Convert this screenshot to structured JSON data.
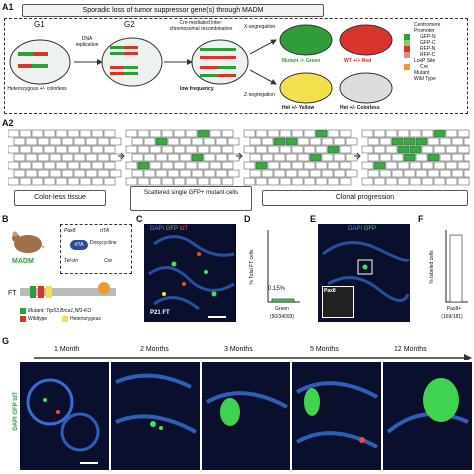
{
  "panel_labels": {
    "a1": "A1",
    "a2": "A2",
    "b": "B",
    "c": "C",
    "d": "D",
    "e": "E",
    "f": "F",
    "g": "G"
  },
  "a1": {
    "title": "Sporadic loss of tumor suppressor gene(s) through MADM",
    "g1": "G1",
    "g2": "G2",
    "dna_replication": "DNA replication",
    "cre_mediated": "Cre-mediated inter-chromosomal recombination",
    "low_frequency": "low frequency",
    "heterozygous": "Heterozygous +/- colorless",
    "x_segregation": "X-segregation",
    "z_segregation": "Z-segregation",
    "mutant_green": "Mutant -/- Green",
    "wt_red": "WT +/+ Red",
    "het_yellow": "Het +/- Yellow",
    "het_colorless": "Het +/- Colorless",
    "legend": [
      "Centromere",
      "Promoter",
      "GFP-N",
      "GFP-C",
      "RFP-N",
      "RFP-C",
      "LoxP Site",
      "Cre",
      "Mutant",
      "Wild Type"
    ],
    "colors": {
      "green": "#2e9e3a",
      "red": "#d9342b",
      "yellow": "#f4e04d",
      "gray": "#dcdcdc"
    }
  },
  "a2": {
    "colorless_tissue": "Color-less tissue",
    "scattered": "Scattered single GFP+ mutant cells",
    "clonal": "Clonal progression"
  },
  "b": {
    "madm": "MADM",
    "pax8": "Pax8",
    "rtta": "rtTA",
    "doxycycline": "Doxycycline",
    "teton": "Tet-on",
    "cre": "Cre",
    "ft": "FT",
    "mutant": "Mutant: Trp53,Brca1,Nf1-KO",
    "wildtype": "Wildtype",
    "heterozygous": "Heterozygous"
  },
  "c": {
    "dapi": "DAPI",
    "gfp": "GFP",
    "tdt": "tdT",
    "label": "P21 FT"
  },
  "d": {
    "ylabel": "% Total FT cells",
    "value_label": "0.15%",
    "category": "Green",
    "count": "(50/34093)"
  },
  "e": {
    "dapi": "DAPI",
    "gfp": "GFP",
    "inset": "Pax8"
  },
  "f": {
    "ylabel": "% labeled cells",
    "category": "Pax8+",
    "count": "(169/181)"
  },
  "g": {
    "stain": "DAPI GFP tdT",
    "months": [
      "1 Month",
      "2 Months",
      "3 Months",
      "5 Months",
      "12 Months"
    ]
  },
  "chart_data": [
    {
      "type": "bar",
      "categories": [
        "Green"
      ],
      "values": [
        0.15
      ],
      "ylabel": "% Total FT cells",
      "ylim": [
        0,
        100
      ]
    },
    {
      "type": "bar",
      "categories": [
        "Pax8+"
      ],
      "values": [
        93
      ],
      "ylabel": "% labeled cells",
      "ylim": [
        0,
        100
      ]
    }
  ]
}
